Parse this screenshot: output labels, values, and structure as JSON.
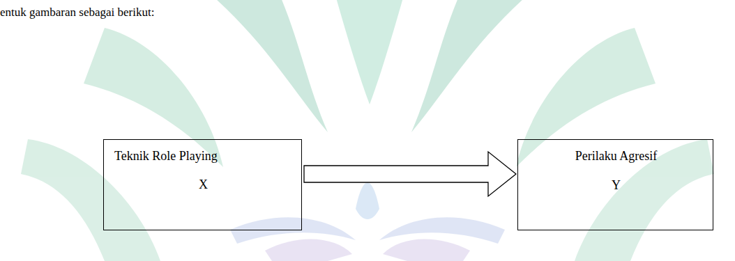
{
  "diagram": {
    "nodes": [
      {
        "text": [
          "Teknik Role Playing",
          "X"
        ]
      },
      {
        "text": [
          "Perilaku Agresif",
          "Y"
        ]
      }
    ],
    "edges": [
      {
        "from": 0,
        "to": 1,
        "arrow": "to"
      }
    ],
    "labels": [
      "entuk gambaran sebagai berikut:"
    ]
  }
}
